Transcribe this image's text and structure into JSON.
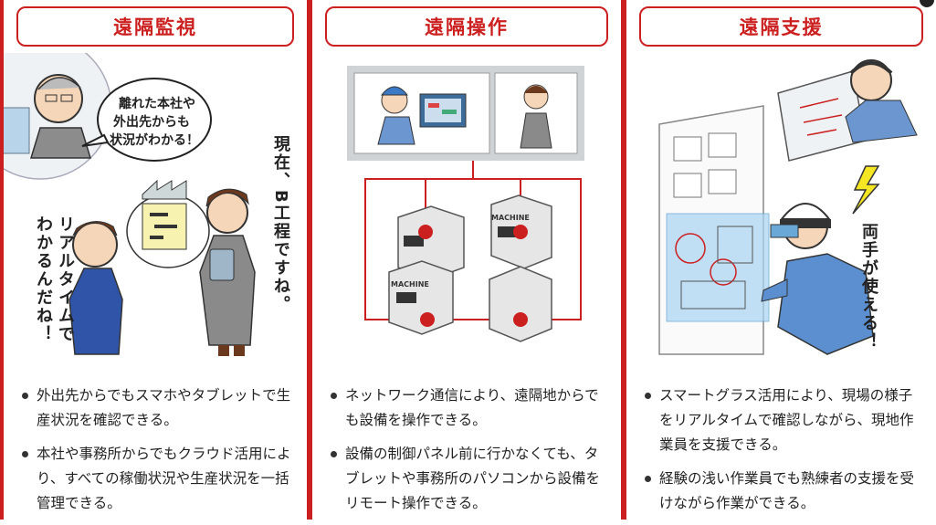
{
  "panels": [
    {
      "title": "遠隔監視",
      "bubble": [
        "離れた本社や",
        "外出先からも",
        "状況がわかる！"
      ],
      "speech_right": "現在、B工程ですね。",
      "speech_left": [
        "リアルタイムで",
        "わかるんだね！"
      ],
      "bullets": [
        "外出先からでもスマホやタブレットで生産状況を確認できる。",
        "本社や事務所からでもクラウド活用により、すべての稼働状況や生産状況を一括管理できる。"
      ]
    },
    {
      "title": "遠隔操作",
      "machine_label": "MACHINE",
      "bullets": [
        "ネットワーク通信により、遠隔地からでも設備を操作できる。",
        "設備の制御パネル前に行かなくても、タブレットや事務所のパソコンから設備をリモート操作できる。"
      ]
    },
    {
      "title": "遠隔支援",
      "speech": "両手が使える！",
      "bullets": [
        "スマートグラス活用により、現場の様子をリアルタイムで確認しながら、現地作業員を支援できる。",
        "経験の浅い作業員でも熟練者の支援を受けながら作業ができる。"
      ]
    }
  ],
  "colors": {
    "accent": "#cc1f1f",
    "text": "#222222"
  }
}
